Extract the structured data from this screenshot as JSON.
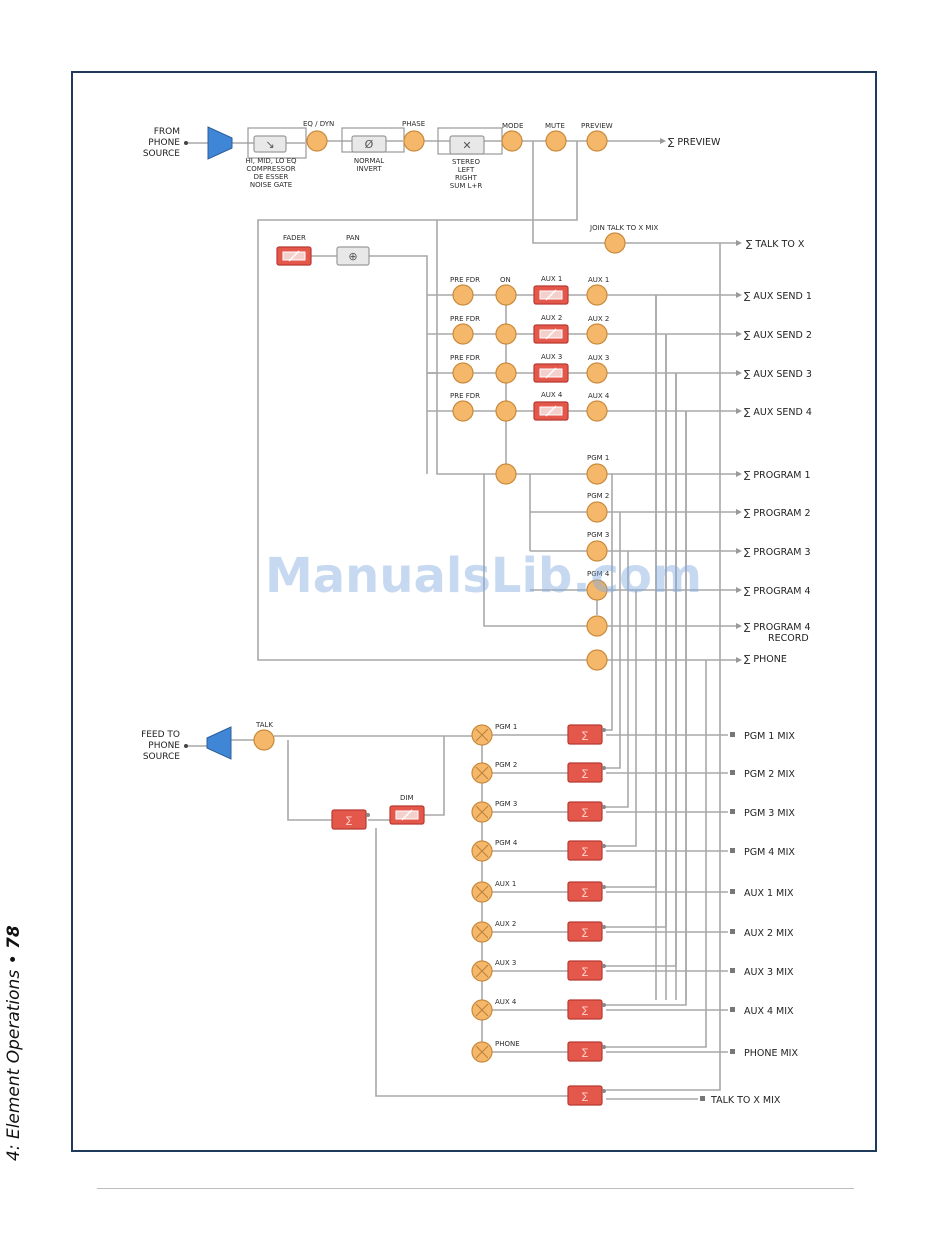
{
  "page": {
    "section_caption": "4: Element Operations",
    "bullet": "•",
    "page_number": "78",
    "watermark": "ManualsLib.com"
  },
  "colors": {
    "frame": "#1f3b5b",
    "knob": "#f5b86a",
    "red_control": "#e4574b",
    "blue_amp": "#3f86d6",
    "wire": "#a8a8a8"
  },
  "input_section": {
    "source": [
      "FROM",
      "PHONE",
      "SOURCE"
    ],
    "eq_caption": [
      "HI, MID, LO EQ",
      "COMPRESSOR",
      "DE ESSER",
      "NOISE GATE"
    ],
    "eq_knob": "EQ / DYN",
    "phase_caption": [
      "NORMAL",
      "INVERT"
    ],
    "phase_knob": "PHASE",
    "mode_caption": [
      "STEREO",
      "LEFT",
      "RIGHT",
      "SUM L+R"
    ],
    "mode_knob": "MODE",
    "mute": "MUTE",
    "preview": "PREVIEW",
    "preview_out": "∑ PREVIEW",
    "join_talk": "JOIN TALK TO X MIX",
    "talk_to_x_out": "∑   TALK TO X",
    "fader": "FADER",
    "pan": "PAN"
  },
  "aux_rows": [
    {
      "pre": "PRE FDR",
      "on": "ON",
      "aux_fader": "AUX 1",
      "aux_knob": "AUX 1",
      "out": "∑ AUX SEND 1"
    },
    {
      "pre": "PRE FDR",
      "on": "",
      "aux_fader": "AUX 2",
      "aux_knob": "AUX 2",
      "out": "∑ AUX SEND 2"
    },
    {
      "pre": "PRE FDR",
      "on": "",
      "aux_fader": "AUX 3",
      "aux_knob": "AUX 3",
      "out": "∑ AUX SEND 3"
    },
    {
      "pre": "PRE FDR",
      "on": "",
      "aux_fader": "AUX 4",
      "aux_knob": "AUX 4",
      "out": "∑ AUX SEND 4"
    }
  ],
  "program_rows": [
    {
      "knob": "PGM 1",
      "out": "∑ PROGRAM 1"
    },
    {
      "knob": "PGM 2",
      "out": "∑ PROGRAM 2"
    },
    {
      "knob": "PGM 3",
      "out": "∑ PROGRAM 3"
    },
    {
      "knob": "PGM 4",
      "out": "∑ PROGRAM 4"
    }
  ],
  "record_out": [
    "∑ PROGRAM 4",
    "RECORD"
  ],
  "phone_out": "∑ PHONE",
  "feed_section": {
    "source": [
      "FEED TO",
      "PHONE",
      "SOURCE"
    ],
    "talk": "TALK",
    "dim": "DIM",
    "mixes": [
      {
        "knob": "PGM 1",
        "out": "PGM 1 MIX"
      },
      {
        "knob": "PGM 2",
        "out": "PGM 2 MIX"
      },
      {
        "knob": "PGM 3",
        "out": "PGM 3 MIX"
      },
      {
        "knob": "PGM 4",
        "out": "PGM 4 MIX"
      },
      {
        "knob": "AUX  1",
        "out": "AUX 1 MIX"
      },
      {
        "knob": "AUX  2",
        "out": "AUX 2 MIX"
      },
      {
        "knob": "AUX  3",
        "out": "AUX 3 MIX"
      },
      {
        "knob": "AUX 4",
        "out": "AUX 4 MIX"
      },
      {
        "knob": "PHONE",
        "out": "PHONE MIX"
      }
    ],
    "talk_to_x_mix": "TALK TO X MIX"
  }
}
